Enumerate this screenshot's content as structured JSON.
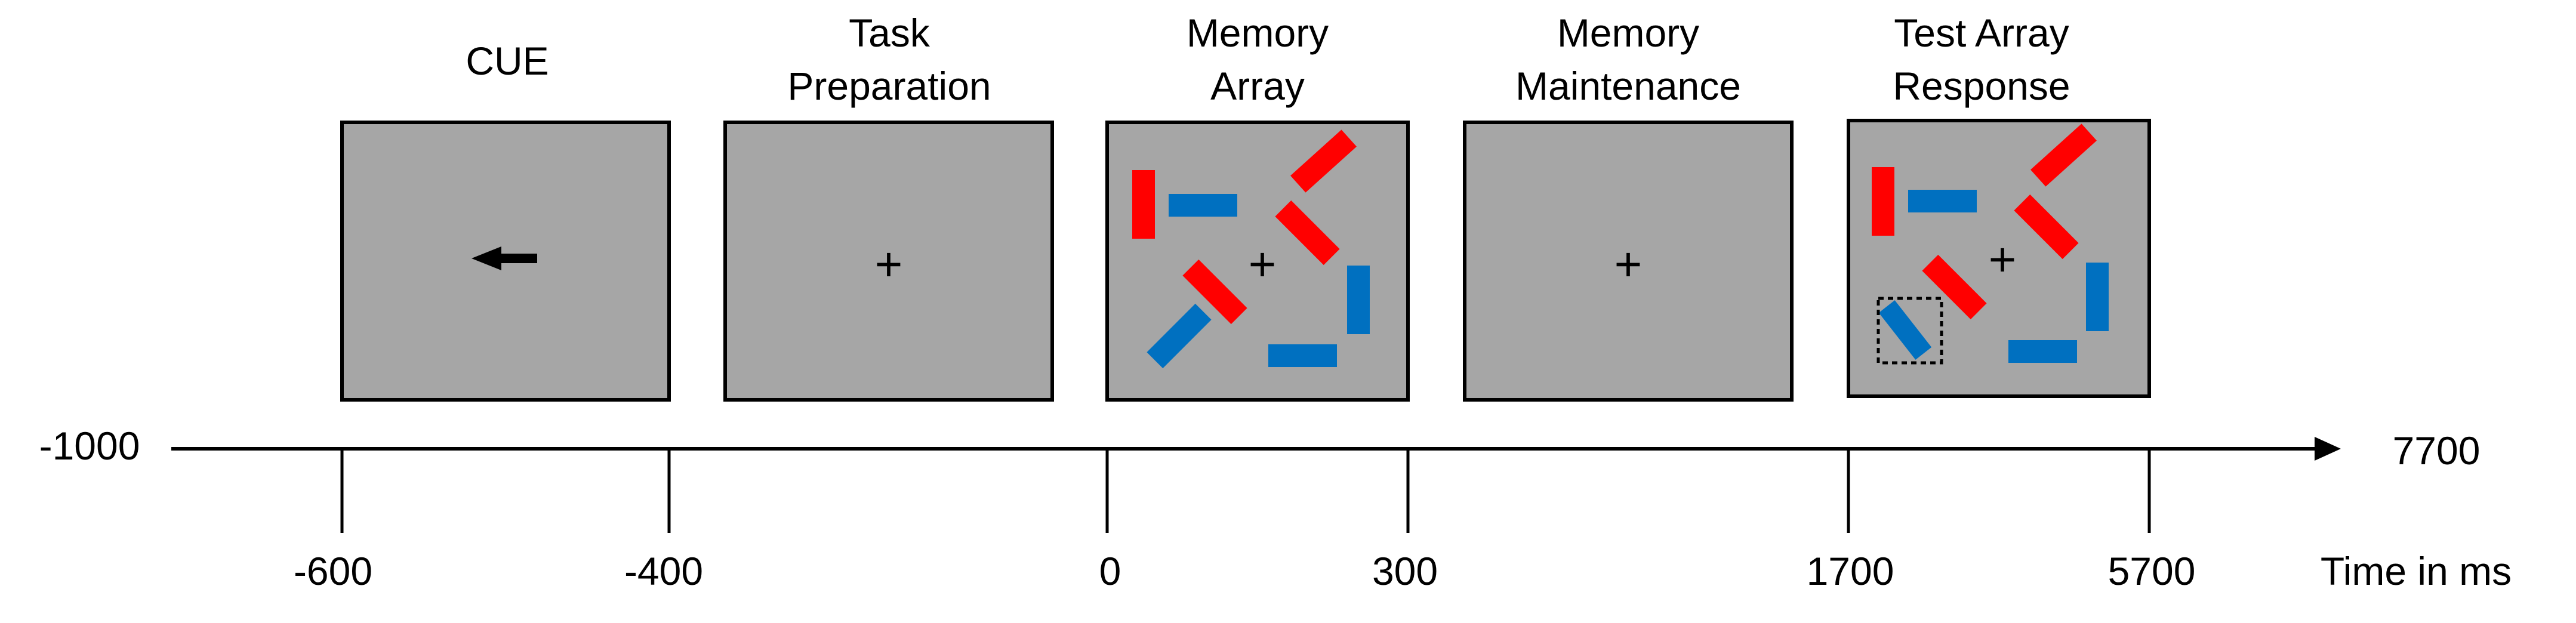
{
  "diagram": {
    "panels": [
      {
        "id": "cue",
        "title_lines": [
          "CUE"
        ],
        "content": "arrow",
        "arrow_direction": "left"
      },
      {
        "id": "task-prep",
        "title_lines": [
          "Task",
          "Preparation"
        ],
        "content": "fixation",
        "fixation": "+"
      },
      {
        "id": "memory-array",
        "title_lines": [
          "Memory",
          "Array"
        ],
        "content": "bars",
        "fixation": "+"
      },
      {
        "id": "memory-maintenance",
        "title_lines": [
          "Memory",
          "Maintenance"
        ],
        "content": "fixation",
        "fixation": "+"
      },
      {
        "id": "test-array",
        "title_lines": [
          "Test Array",
          "Response"
        ],
        "content": "bars",
        "fixation": "+",
        "probe_box": true
      }
    ],
    "timeline": {
      "start_label": "-1000",
      "end_label": "7700",
      "ticks": [
        "-600",
        "-400",
        "0",
        "300",
        "1700",
        "5700"
      ],
      "axis_label": "Time in ms"
    },
    "colors": {
      "red": "#ff0000",
      "blue": "#0070c0",
      "panel_gray": "#a6a6a6",
      "outline": "#000000"
    }
  }
}
